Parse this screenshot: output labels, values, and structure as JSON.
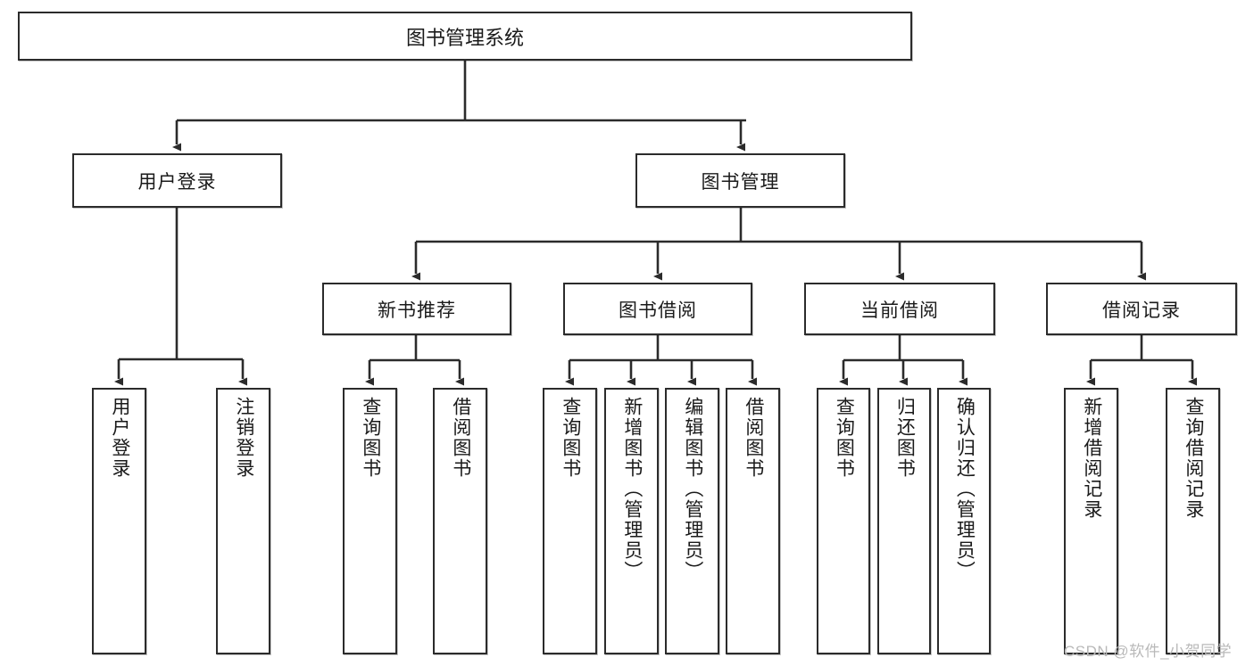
{
  "diagram": {
    "title": "图书管理系统",
    "type": "tree-hierarchy-chart",
    "watermark": "CSDN @软件_小贺同学",
    "colors": {
      "box_border": "#2b2b2b",
      "box_fill": "#ffffff",
      "edge": "#2b2b2b",
      "text": "#1a1a1a",
      "watermark": "#b9b9b9",
      "background": "#ffffff"
    },
    "nodes": {
      "root": {
        "label": "图书管理系统"
      },
      "level2": [
        {
          "id": "user-login",
          "label": "用户登录"
        },
        {
          "id": "book-manage",
          "label": "图书管理"
        }
      ],
      "level3": [
        {
          "id": "new-book-recommend",
          "label": "新书推荐"
        },
        {
          "id": "book-borrow",
          "label": "图书借阅"
        },
        {
          "id": "current-borrow",
          "label": "当前借阅"
        },
        {
          "id": "borrow-record",
          "label": "借阅记录"
        }
      ],
      "leaves": {
        "user-login": [
          {
            "id": "leaf-user-login",
            "label": "用户登录"
          },
          {
            "id": "leaf-logout-login",
            "label": "注销登录"
          }
        ],
        "new-book-recommend": [
          {
            "id": "leaf-query-book-1",
            "label": "查询图书"
          },
          {
            "id": "leaf-borrow-book-1",
            "label": "借阅图书"
          }
        ],
        "book-borrow": [
          {
            "id": "leaf-query-book-2",
            "label": "查询图书"
          },
          {
            "id": "leaf-add-book",
            "label": "新增图书（管理员）"
          },
          {
            "id": "leaf-edit-book",
            "label": "编辑图书（管理员）"
          },
          {
            "id": "leaf-borrow-book-2",
            "label": "借阅图书"
          }
        ],
        "current-borrow": [
          {
            "id": "leaf-query-book-3",
            "label": "查询图书"
          },
          {
            "id": "leaf-return-book",
            "label": "归还图书"
          },
          {
            "id": "leaf-confirm-return",
            "label": "确认归还（管理员）"
          }
        ],
        "borrow-record": [
          {
            "id": "leaf-add-record",
            "label": "新增借阅记录"
          },
          {
            "id": "leaf-query-record",
            "label": "查询借阅记录"
          }
        ]
      }
    }
  }
}
